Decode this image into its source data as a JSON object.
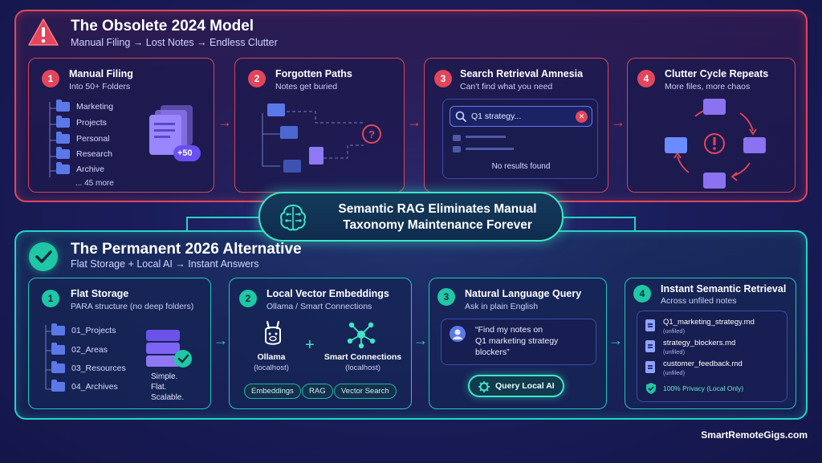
{
  "top": {
    "title": "The Obsolete 2024 Model",
    "subtitle": "Manual Filing → Lost Notes → Endless Clutter",
    "cards": [
      {
        "num": "1",
        "title": "Manual Filing",
        "sub": "Into 50+ Folders",
        "folders": [
          "Marketing",
          "Projects",
          "Personal",
          "Research",
          "Archive"
        ],
        "more": "... 45 more",
        "badge": "+50"
      },
      {
        "num": "2",
        "title": "Forgotten Paths",
        "sub": "Notes get buried"
      },
      {
        "num": "3",
        "title": "Search Retrieval Amnesia",
        "sub": "Can't find what you need",
        "query": "Q1 strategy...",
        "no_results": "No results found"
      },
      {
        "num": "4",
        "title": "Clutter Cycle Repeats",
        "sub": "More files, more chaos"
      }
    ]
  },
  "banner": {
    "line1": "Semantic RAG Eliminates Manual",
    "line2": "Taxonomy Maintenance Forever"
  },
  "bottom": {
    "title": "The Permanent 2026 Alternative",
    "subtitle": "Flat Storage + Local AI → Instant Answers",
    "cards": [
      {
        "num": "1",
        "title": "Flat Storage",
        "sub": "PARA structure (no deep folders)",
        "folders": [
          "01_Projects",
          "02_Areas",
          "03_Resources",
          "04_Archives"
        ],
        "tag1": "Simple.",
        "tag2": "Flat.",
        "tag3": "Scalable."
      },
      {
        "num": "2",
        "title": "Local Vector Embeddings",
        "sub": "Ollama / Smart Connections",
        "left_name": "Ollama",
        "left_host": "(localhost)",
        "plus": "+",
        "right_name": "Smart Connections",
        "right_host": "(localhost)",
        "pills": [
          "Embeddings",
          "RAG",
          "Vector Search"
        ]
      },
      {
        "num": "3",
        "title": "Natural Language Query",
        "sub": "Ask in plain English",
        "q1": "“Find my notes on",
        "q2": "Q1 marketing strategy",
        "q3": "blockers”",
        "button": "Query Local AI"
      },
      {
        "num": "4",
        "title": "Instant Semantic Retrieval",
        "sub": "Across unfiled notes",
        "files": [
          {
            "name": "Q1_marketing_strategy.md",
            "tag": "(unfiled)"
          },
          {
            "name": "strategy_blockers.md",
            "tag": "(unfiled)"
          },
          {
            "name": "customer_feedback.md",
            "tag": "(unfiled)"
          }
        ],
        "privacy": "100% Privacy (Local Only)"
      }
    ]
  },
  "watermark": "SmartRemoteGigs.com",
  "colors": {
    "red": "#e2465c",
    "teal": "#26d3c3",
    "purple": "#7b6cf6",
    "bg": "#1a1d5a"
  },
  "icons": [
    "warning-icon",
    "check-icon",
    "folder-icon",
    "file-icon",
    "search-icon",
    "brain-icon",
    "llama-icon",
    "network-icon",
    "user-icon",
    "gear-icon",
    "shield-icon"
  ]
}
